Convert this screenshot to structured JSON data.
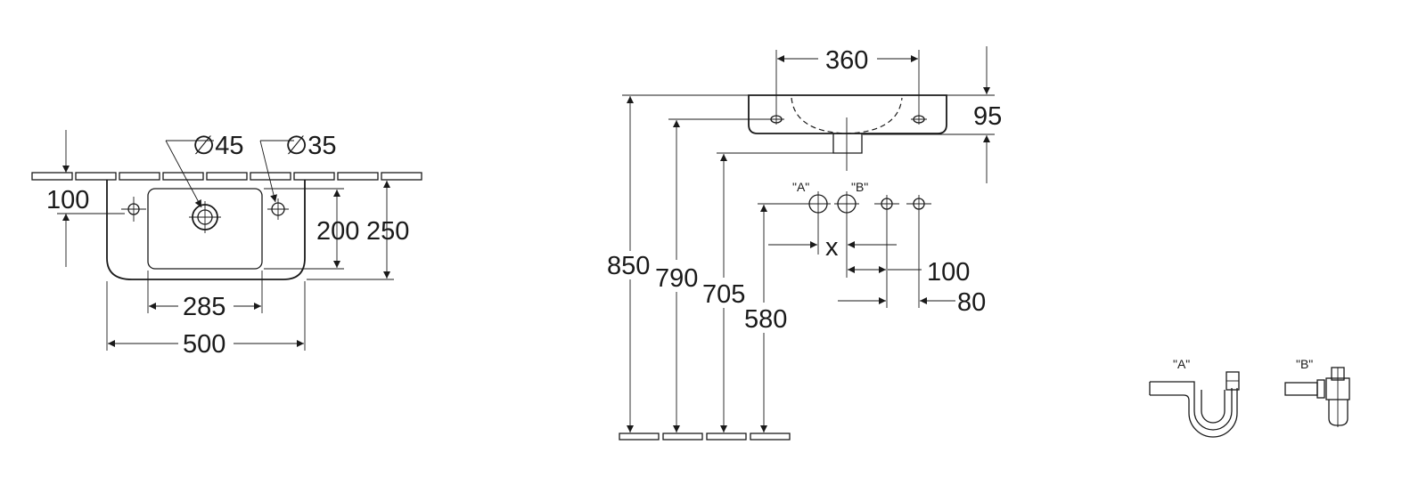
{
  "plan_view": {
    "dimensions": {
      "drain_diameter": "∅45",
      "tap_hole_diameter": "∅35",
      "tap_hole_offset": "100",
      "bowl_depth": "200",
      "overall_depth": "250",
      "bowl_width": "285",
      "overall_width": "500"
    }
  },
  "elevation_view": {
    "dimensions": {
      "fixing_distance": "360",
      "basin_height": "95",
      "rim_height": "850",
      "fixing_height": "790",
      "drain_outlet_height": "705",
      "connection_height": "580",
      "offset_x": "x",
      "spacing_a": "100",
      "spacing_b": "80"
    },
    "connection_labels": [
      "\"A\"",
      "\"B\""
    ]
  },
  "trap_details": {
    "trap_a_label": "\"A\"",
    "trap_b_label": "\"B\""
  }
}
